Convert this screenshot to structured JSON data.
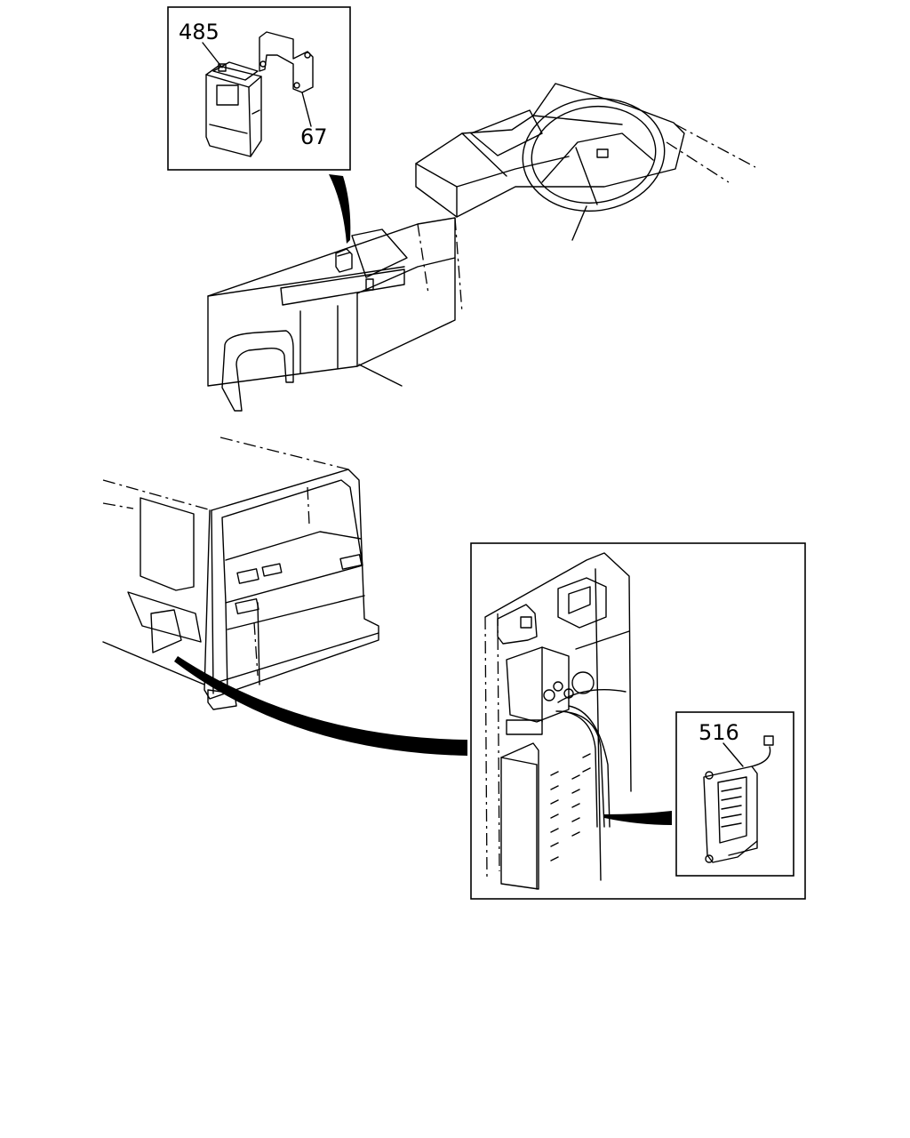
{
  "diagram": {
    "callouts": {
      "part_485": "485",
      "part_67": "67",
      "part_516": "516"
    }
  }
}
